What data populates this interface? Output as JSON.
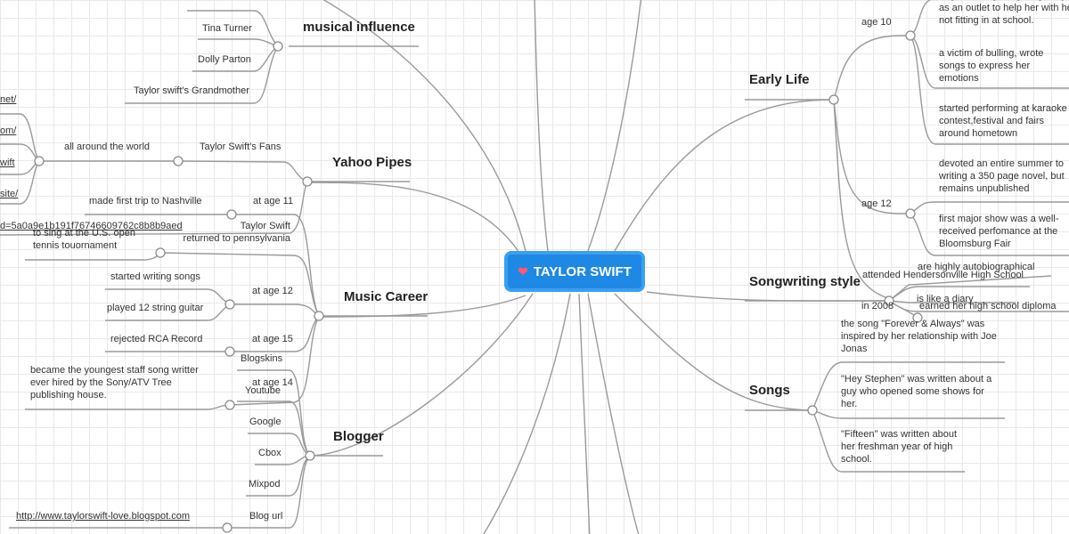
{
  "central": {
    "icon": "heart-icon",
    "label": "TAYLOR SWIFT"
  },
  "musical_influence": {
    "label": "musical influence",
    "items": [
      "Tina Turner",
      "Dolly Parton",
      "Taylor swift's Grandmother"
    ]
  },
  "yahoo_pipes": {
    "label": "Yahoo Pipes",
    "fans": "Taylor Swift's Fans",
    "world": "all around the world",
    "links": [
      "net/",
      "om/",
      "wift",
      "site/",
      "d=5a0a9e1b191f76746609762c8b8b9aed"
    ]
  },
  "music_career": {
    "label": "Music Career",
    "at11": "at age 11",
    "nashville": "made first trip to Nashville",
    "returned": "Taylor Swift\nreturned to pennsylvania",
    "open": "to sing at the U.S. open\ntennis touornament",
    "at12": "at age 12",
    "writing": "started writing songs",
    "guitar": "played 12 string guitar",
    "at15": "at age 15",
    "rca": "rejected RCA Record",
    "at14": "at age 14",
    "sony": "became the youngest staff song writter ever hired by the Sony/ATV Tree publishing house."
  },
  "blogger": {
    "label": "Blogger",
    "items": [
      "Blogskins",
      "Youtube",
      "Google",
      "Cbox",
      "Mixpod",
      "Blog url"
    ],
    "url": "http://www.taylorswift-love.blogspot.com"
  },
  "early_life": {
    "label": "Early Life",
    "age10": "age 10",
    "age10_items": [
      "began writing songs regularly as an outlet to help her with her not fitting in at school.",
      "a victim of bulling, wrote songs to express her emotions",
      "started performing at karaoke contest,festival and fairs around hometown"
    ],
    "age12": "age 12",
    "age12_items": [
      "devoted an entire summer to writing a 350 page novel, but remains unpublished",
      "first major show was a well-received perfomance at the Bloomsburg Fair"
    ],
    "in2008": "in 2008",
    "in2008_items": [
      "attended Hendersonville High School",
      "earned her high school diploma"
    ]
  },
  "songwriting": {
    "label": "Songwriting style",
    "items": [
      "are highly autobiographical",
      "is like a diary"
    ]
  },
  "songs": {
    "label": "Songs",
    "items": [
      "the song \"Forever & Always\" was inspired by her relationship with Joe Jonas",
      "\"Hey Stephen\" was written about a guy who opened some shows for her.",
      "\"Fifteen\" was written about her freshman year of high school."
    ]
  }
}
